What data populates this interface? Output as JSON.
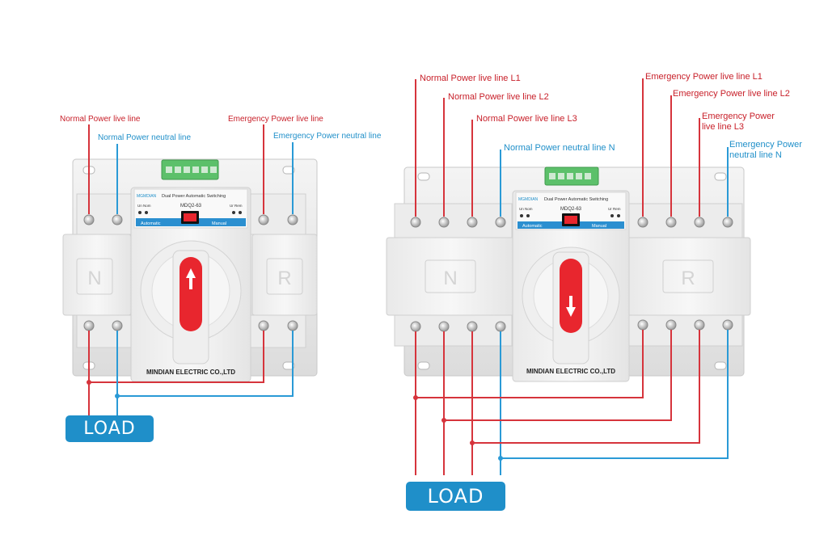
{
  "colors": {
    "live_wire": "#d6343c",
    "neutral_wire": "#2a9ad6",
    "load_badge": "#1f8fc9",
    "handle": "#e8262e",
    "terminal_block": "#5cc06a"
  },
  "left_switch": {
    "labels": {
      "normal_live": "Normal Power live line",
      "normal_neutral": "Normal Power neutral line",
      "emergency_live": "Emergency Power live line",
      "emergency_neutral": "Emergency Power neutral line"
    },
    "panel": {
      "brand": "MGMDIAN",
      "title": "Dual Power Automatic Switching",
      "model": "MDQ2-63",
      "ind_left": "Un Nom",
      "ind_right": "Ur Rem",
      "mode_auto": "Automatic",
      "mode_manual": "Manual"
    },
    "side_n": "N",
    "side_r": "R",
    "maker": "MINDIAN ELECTRIC CO.,LTD",
    "load": "LOAD"
  },
  "right_switch": {
    "labels": {
      "normal_l1": "Normal Power live line L1",
      "normal_l2": "Normal Power live line L2",
      "normal_l3": "Normal Power live line L3",
      "normal_n": "Normal Power neutral line N",
      "emergency_l1": "Emergency Power live line L1",
      "emergency_l2": "Emergency Power live line L2",
      "emergency_l3_line1": "Emergency Power",
      "emergency_l3_line2": "live line L3",
      "emergency_n_line1": "Emergency Power",
      "emergency_n_line2": "neutral line N"
    },
    "panel": {
      "brand": "MGMDIAN",
      "title": "Dual Power Automatic Switching",
      "model": "MDQ2-63",
      "ind_left": "Un Nom",
      "ind_right": "Ur Rem",
      "mode_auto": "Automatic",
      "mode_manual": "Manual"
    },
    "side_n": "N",
    "side_r": "R",
    "maker": "MINDIAN ELECTRIC CO.,LTD",
    "load": "LOAD"
  }
}
